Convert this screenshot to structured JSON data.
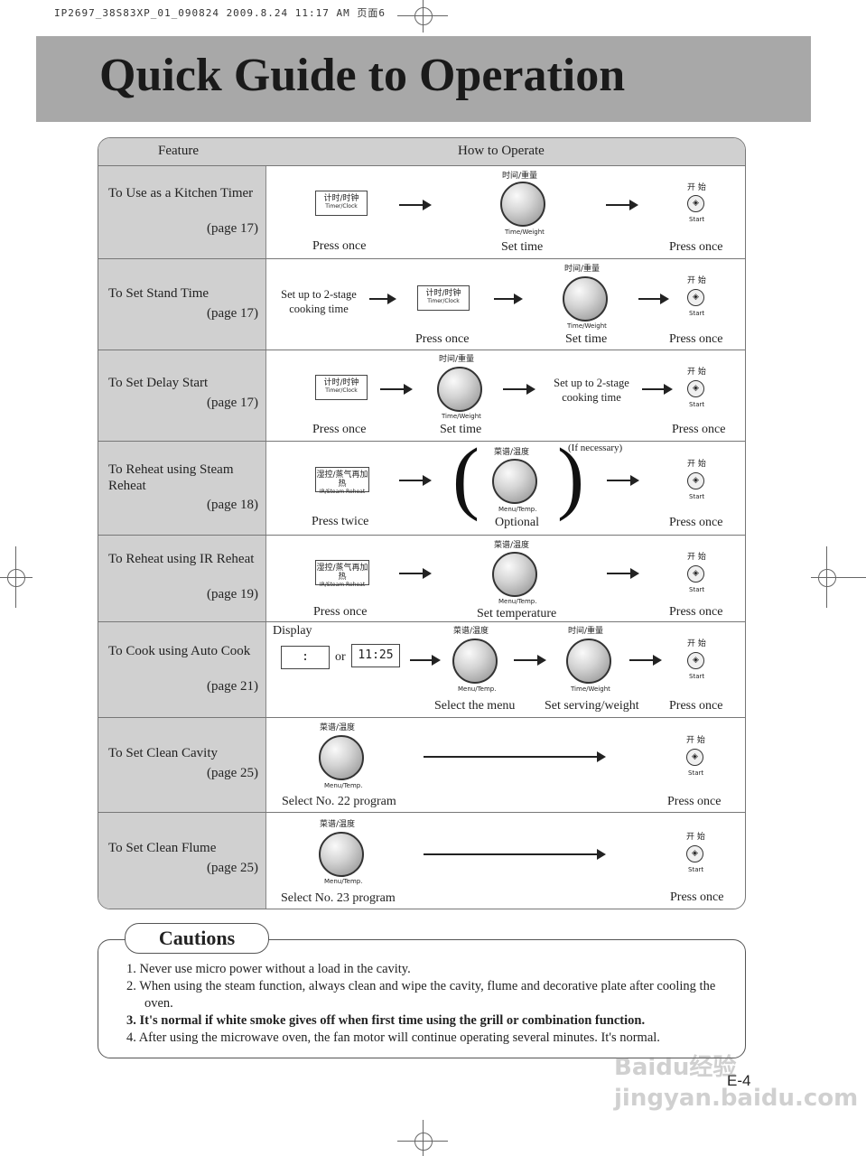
{
  "print_line": "IP2697_38S83XP_01_090824  2009.8.24 11:17 AM 页面6",
  "title": "Quick Guide to Operation",
  "table": {
    "header_feature": "Feature",
    "header_how": "How to Operate"
  },
  "buttons": {
    "timer_cn": "计时/时钟",
    "timer_en": "Timer/Clock",
    "steam_cn": "湿控/蒸气再加热",
    "steam_en": "IR/Steam Reheat",
    "time_weight_cn": "时间/重量",
    "time_weight_en": "Time/Weight",
    "menu_temp_cn": "菜谱/温度",
    "menu_temp_en": "Menu/Temp.",
    "start_cn": "开 始",
    "start_en": "Start"
  },
  "rows": [
    {
      "feature": "To Use as a Kitchen Timer",
      "page": "(page 17)",
      "labels": [
        "Press once",
        "Set time",
        "Press once"
      ]
    },
    {
      "feature": "To Set Stand Time",
      "page": "(page 17)",
      "note": "Set up to 2-stage cooking time",
      "labels": [
        "Press once",
        "Set time",
        "Press once"
      ]
    },
    {
      "feature": "To Set Delay Start",
      "page": "(page 17)",
      "note": "Set up to 2-stage cooking time",
      "labels": [
        "Press once",
        "Set time",
        "Press once"
      ]
    },
    {
      "feature": "To Reheat using Steam Reheat",
      "page": "(page 18)",
      "note": "(If necessary)",
      "labels": [
        "Press twice",
        "Optional",
        "Press once"
      ]
    },
    {
      "feature": "To Reheat using IR Reheat",
      "page": "(page 19)",
      "labels": [
        "Press once",
        "Set temperature",
        "Press once"
      ]
    },
    {
      "feature": "To Cook using Auto Cook",
      "page": "(page 21)",
      "display_label": "Display",
      "display_a": ":",
      "or": "or",
      "display_b": "11:25",
      "labels": [
        "Select the menu",
        "Set serving/weight",
        "Press once"
      ]
    },
    {
      "feature": "To Set Clean Cavity",
      "page": "(page 25)",
      "labels": [
        "Select No. 22 program",
        "Press once"
      ]
    },
    {
      "feature": "To Set Clean Flume",
      "page": "(page 25)",
      "labels": [
        "Select No. 23 program",
        "Press once"
      ]
    }
  ],
  "cautions": {
    "title": "Cautions",
    "items": [
      "1.  Never use micro power without a load in the cavity.",
      "2.  When using the steam function, always clean and wipe the cavity, flume and decorative plate after cooling the oven.",
      "3.  It's normal if white smoke gives off when first time using the grill or combination function.",
      "4.  After using the microwave oven, the fan motor will continue operating several minutes. It's normal."
    ]
  },
  "page_number": "E-4",
  "watermark": "Baidu经验 jingyan.baidu.com"
}
